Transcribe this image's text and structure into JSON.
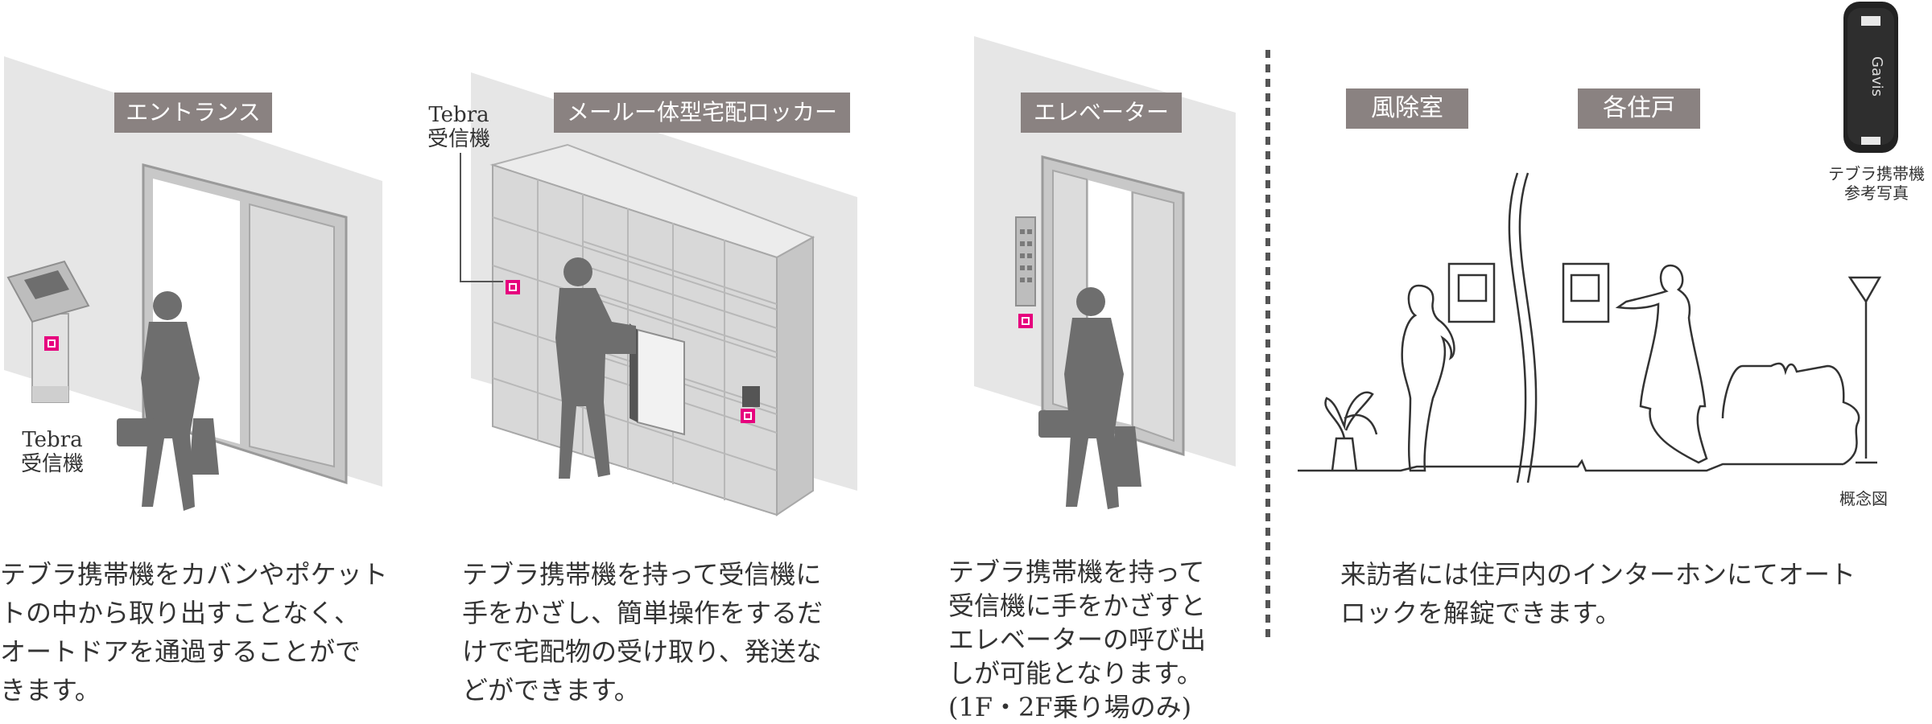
{
  "panels": {
    "entrance": {
      "label": "エントランス",
      "receiver_label": "Tebra\n受信機",
      "caption": "テブラ携帯機をカバンやポケット\nトの中から取り出すことなく、\nオートドアを通過することがで\nきます。"
    },
    "locker": {
      "label": "メールー体型宅配ロッカー",
      "receiver_label": "Tebra\n受信機",
      "caption": "テブラ携帯機を持って受信機に\n手をかざし、簡単操作をするだ\nけで宅配物の受け取り、発送な\nどができます。"
    },
    "elevator": {
      "label": "エレベーター",
      "caption": "テブラ携帯機を持って\n受信機に手をかざすと\nエレベーターの呼び出\nしが可能となります。\n(1F・2F乗り場のみ)"
    },
    "intercom": {
      "label_windbreak": "風除室",
      "label_unit": "各住戸",
      "caption": "来訪者には住戸内のインターホンにてオート\nロックを解錠できます。",
      "concept_label": "概念図"
    },
    "device": {
      "brand": "Gavis",
      "photo_label": "テブラ携帯機\n参考写真"
    }
  },
  "colors": {
    "label_bg": "#8a8281",
    "wall": "#e6e6e6",
    "silhouette": "#6e6e6e",
    "accent_magenta": "#e6007e"
  }
}
